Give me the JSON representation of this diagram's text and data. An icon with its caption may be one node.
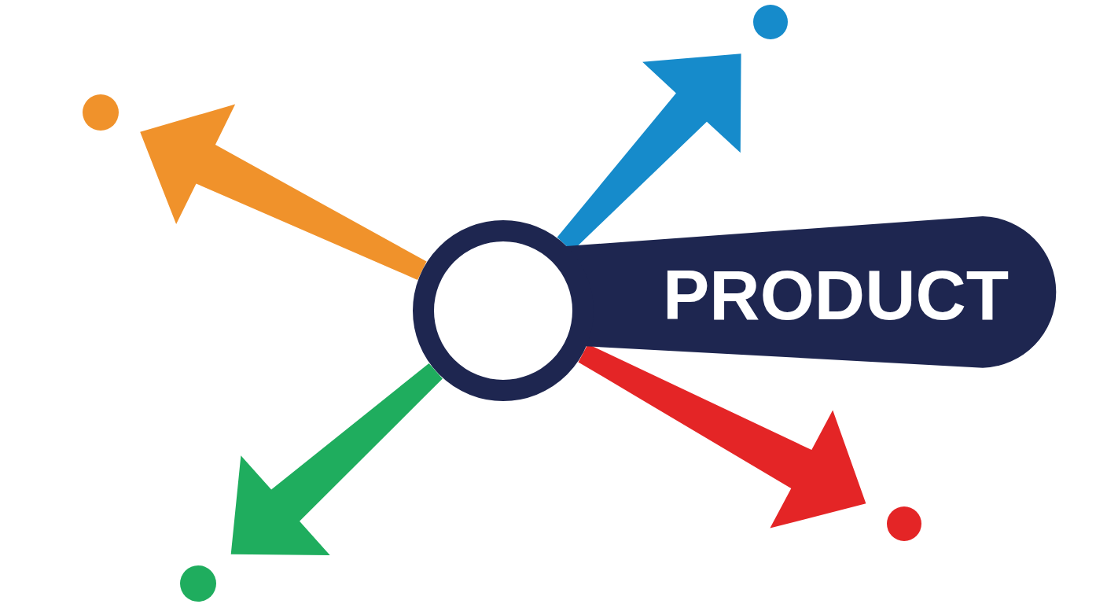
{
  "diagram": {
    "nodes": [
      {
        "text": [
          "PRODUCT"
        ]
      },
      {
        "text": [],
        "shape": "circle"
      },
      {
        "text": [],
        "shape": "circle"
      },
      {
        "text": [],
        "shape": "circle"
      },
      {
        "text": [],
        "shape": "circle"
      }
    ],
    "edges": [
      {
        "from": 0,
        "to": 1,
        "arrow": "to",
        "color": "#f0922b"
      },
      {
        "from": 0,
        "to": 2,
        "arrow": "to",
        "color": "#1fad5e"
      },
      {
        "from": 0,
        "to": 3,
        "arrow": "to",
        "color": "#168bcb"
      },
      {
        "from": 0,
        "to": 4,
        "arrow": "to",
        "color": "#e42526"
      }
    ]
  }
}
